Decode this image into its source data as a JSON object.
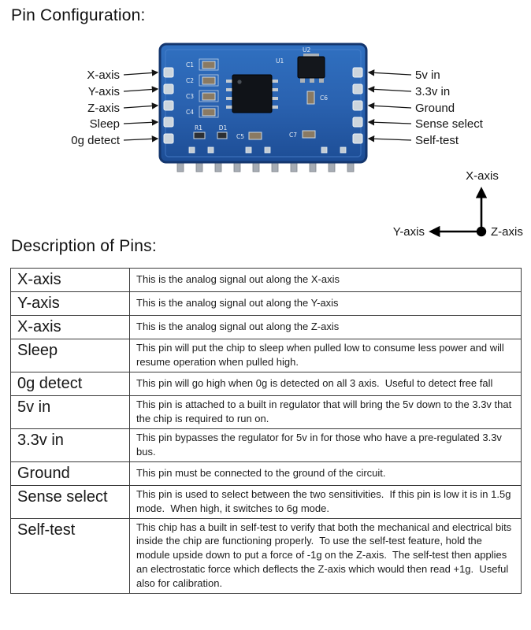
{
  "titles": {
    "pin_configuration": "Pin Configuration:",
    "description_of_pins": "Description of Pins:"
  },
  "figure": {
    "left_pin_labels": [
      "X-axis",
      "Y-axis",
      "Z-axis",
      "Sleep",
      "0g detect"
    ],
    "right_pin_labels": [
      "5v in",
      "3.3v in",
      "Ground",
      "Sense select",
      "Self-test"
    ],
    "silkscreen": {
      "u1": "U1",
      "u2": "U2",
      "c1": "C1",
      "c2": "C2",
      "c3": "C3",
      "c4": "C4",
      "c5": "C5",
      "c6": "C6",
      "c7": "C7",
      "r1": "R1",
      "d1": "D1"
    },
    "axis_indicator": {
      "x": "X-axis",
      "y": "Y-axis",
      "z": "Z-axis"
    }
  },
  "pin_table": {
    "rows": [
      {
        "pin": "X-axis",
        "description": "This is the analog signal out along the X-axis"
      },
      {
        "pin": "Y-axis",
        "description": "This is the analog signal out along the Y-axis"
      },
      {
        "pin": "X-axis",
        "description": "This is the analog signal out along the Z-axis"
      },
      {
        "pin": "Sleep",
        "description": "This pin will put the chip to sleep when pulled low to consume less power and will resume operation when pulled high."
      },
      {
        "pin": "0g detect",
        "description": "This pin will go high when 0g is detected on all 3 axis.  Useful to detect free fall"
      },
      {
        "pin": "5v in",
        "description": "This pin is attached to a built in regulator that will bring the 5v down to the 3.3v that the chip is required to run on."
      },
      {
        "pin": "3.3v in",
        "description": "This pin bypasses the regulator for 5v in for those who have a pre-regulated 3.3v bus."
      },
      {
        "pin": "Ground",
        "description": "This pin must be connected to the ground of the circuit."
      },
      {
        "pin": "Sense select",
        "description": "This pin is used to select between the two sensitivities.  If this pin is low it is in 1.5g mode.  When high, it switches to 6g mode."
      },
      {
        "pin": "Self-test",
        "description": "This chip has a built in self-test to verify that both the mechanical and electrical bits inside the chip are functioning properly.  To use the self-test feature, hold the module upside down to put a force of -1g on the Z-axis.  The self-test then applies an electrostatic force which deflects the Z-axis which would then read +1g.  Useful also for calibration."
      }
    ]
  }
}
